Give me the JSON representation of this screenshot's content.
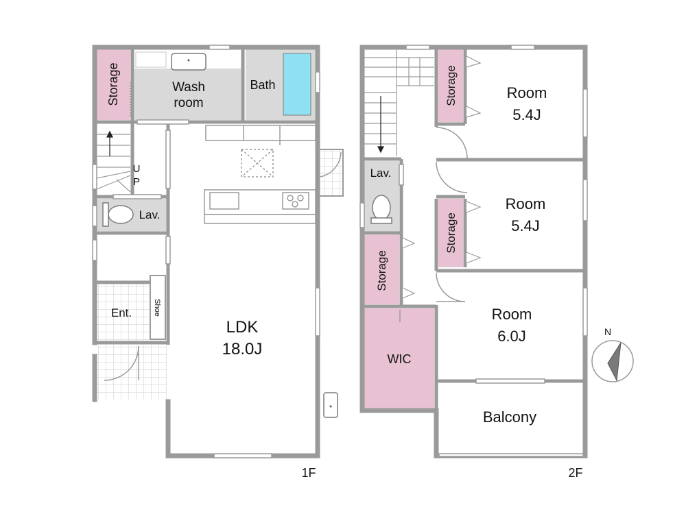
{
  "floors": {
    "first": {
      "label": "1F",
      "rooms": {
        "storage": "Storage",
        "wash_line1": "Wash",
        "wash_line2": "room",
        "bath": "Bath",
        "stairs_up_u": "U",
        "stairs_up_p": "P",
        "lav": "Lav.",
        "entrance": "Ent.",
        "shoe": "Shoe",
        "ldk_name": "LDK",
        "ldk_size": "18.0J"
      }
    },
    "second": {
      "label": "2F",
      "rooms": {
        "lav": "Lav.",
        "storage_left": "Storage",
        "storage_top": "Storage",
        "storage_mid": "Storage",
        "wic": "WIC",
        "room1_name": "Room",
        "room1_size": "5.4J",
        "room2_name": "Room",
        "room2_size": "5.4J",
        "room3_name": "Room",
        "room3_size": "6.0J",
        "balcony": "Balcony"
      }
    }
  },
  "compass": {
    "label": "N"
  },
  "colors": {
    "wall": "#9a9a9a",
    "storage_fill": "#e8c2d2",
    "wet_fill": "#d8d8d8",
    "bath_tub": "#8fe1f2",
    "tile": "#d9d9d9"
  }
}
